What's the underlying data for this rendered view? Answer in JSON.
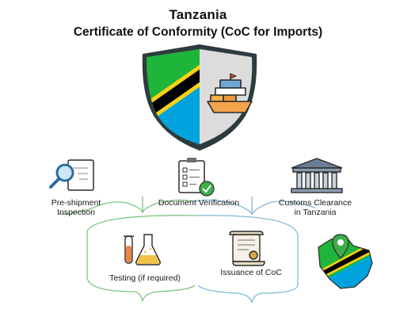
{
  "header": {
    "title": "Tanzania",
    "subtitle": "Certificate of Conformity (CoC for Imports)"
  },
  "steps": [
    {
      "label": "Pre-shipment\nInspection",
      "icon": "magnifier-document-icon"
    },
    {
      "label": "Document Verification",
      "icon": "checklist-clipboard-icon"
    },
    {
      "label": "Customs Clearance\nin Tanzania",
      "icon": "customs-building-icon"
    },
    {
      "label": "Testing (if required)",
      "icon": "lab-flasks-icon"
    },
    {
      "label": "Issuance of CoC",
      "icon": "certificate-scroll-icon"
    }
  ],
  "colors": {
    "flag_green": "#1eb53a",
    "flag_blue": "#00a3dd",
    "flag_yellow": "#fcd116",
    "flag_black": "#000000",
    "connector_green": "#7cc47f",
    "connector_blue": "#7fb8d6"
  },
  "emblem": {
    "shield": "shield-flag-icon",
    "ship": "cargo-ship-icon",
    "map": "tanzania-map-pin-icon"
  }
}
